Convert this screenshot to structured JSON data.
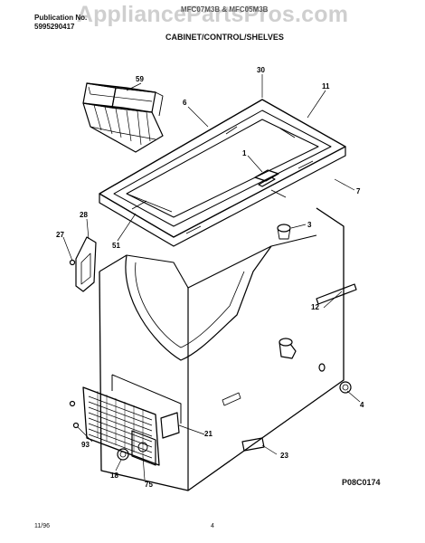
{
  "header": {
    "publication_label": "Publication No.",
    "publication_number": "5995290417",
    "model_numbers": "MFC07M3B & MFC05M3B",
    "watermark": "AppliancePartsPros.com",
    "section_title": "CABINET/CONTROL/SHELVES"
  },
  "callouts": {
    "c59": "59",
    "c6": "6",
    "c30": "30",
    "c11": "11",
    "c1": "1",
    "c7": "7",
    "c28": "28",
    "c27": "27",
    "c51": "51",
    "c3": "3",
    "c12": "12",
    "c4": "4",
    "c21": "21",
    "c23": "23",
    "c93": "93",
    "c18": "18",
    "c75": "75"
  },
  "footer": {
    "date": "11/96",
    "page": "4",
    "diagram_code": "P08C0174"
  }
}
